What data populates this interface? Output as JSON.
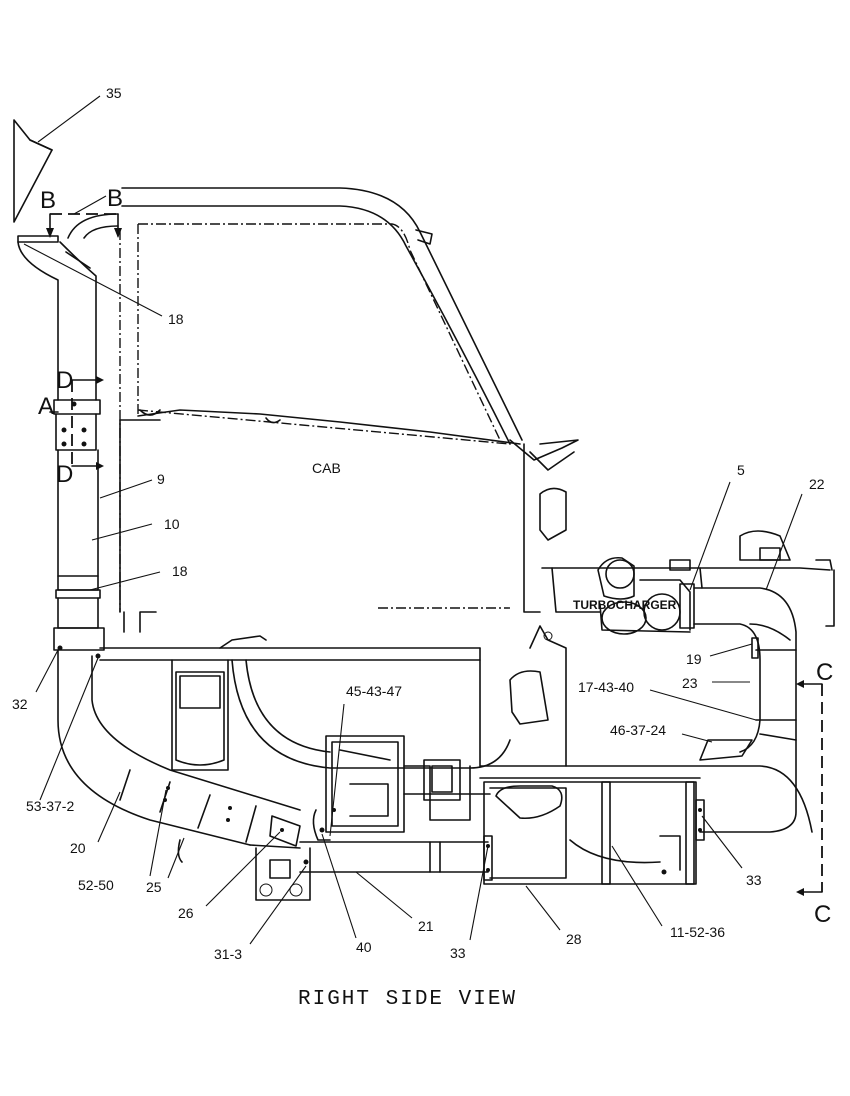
{
  "title": "RIGHT SIDE VIEW",
  "components": {
    "cab": "CAB",
    "turbocharger": "TURBOCHARGER"
  },
  "section_markers": {
    "b_left": "B",
    "b_right": "B",
    "d_top": "D",
    "d_bottom": "D",
    "a": "A",
    "c_top": "C",
    "c_bottom": "C"
  },
  "callouts": {
    "c35": "35",
    "c18_top": "18",
    "c9": "9",
    "c10": "10",
    "c18_mid": "18",
    "c32": "32",
    "c53_37_2": "53-37-2",
    "c20": "20",
    "c52_50": "52-50",
    "c25": "25",
    "c26": "26",
    "c31_3": "31-3",
    "c40": "40",
    "c21": "21",
    "c45_43_47": "45-43-47",
    "c33_mid": "33",
    "c28": "28",
    "c11_52_36": "11-52-36",
    "c33_right": "33",
    "c5": "5",
    "c22": "22",
    "c19": "19",
    "c17_43_40": "17-43-40",
    "c23": "23",
    "c46_37_24": "46-37-24"
  }
}
